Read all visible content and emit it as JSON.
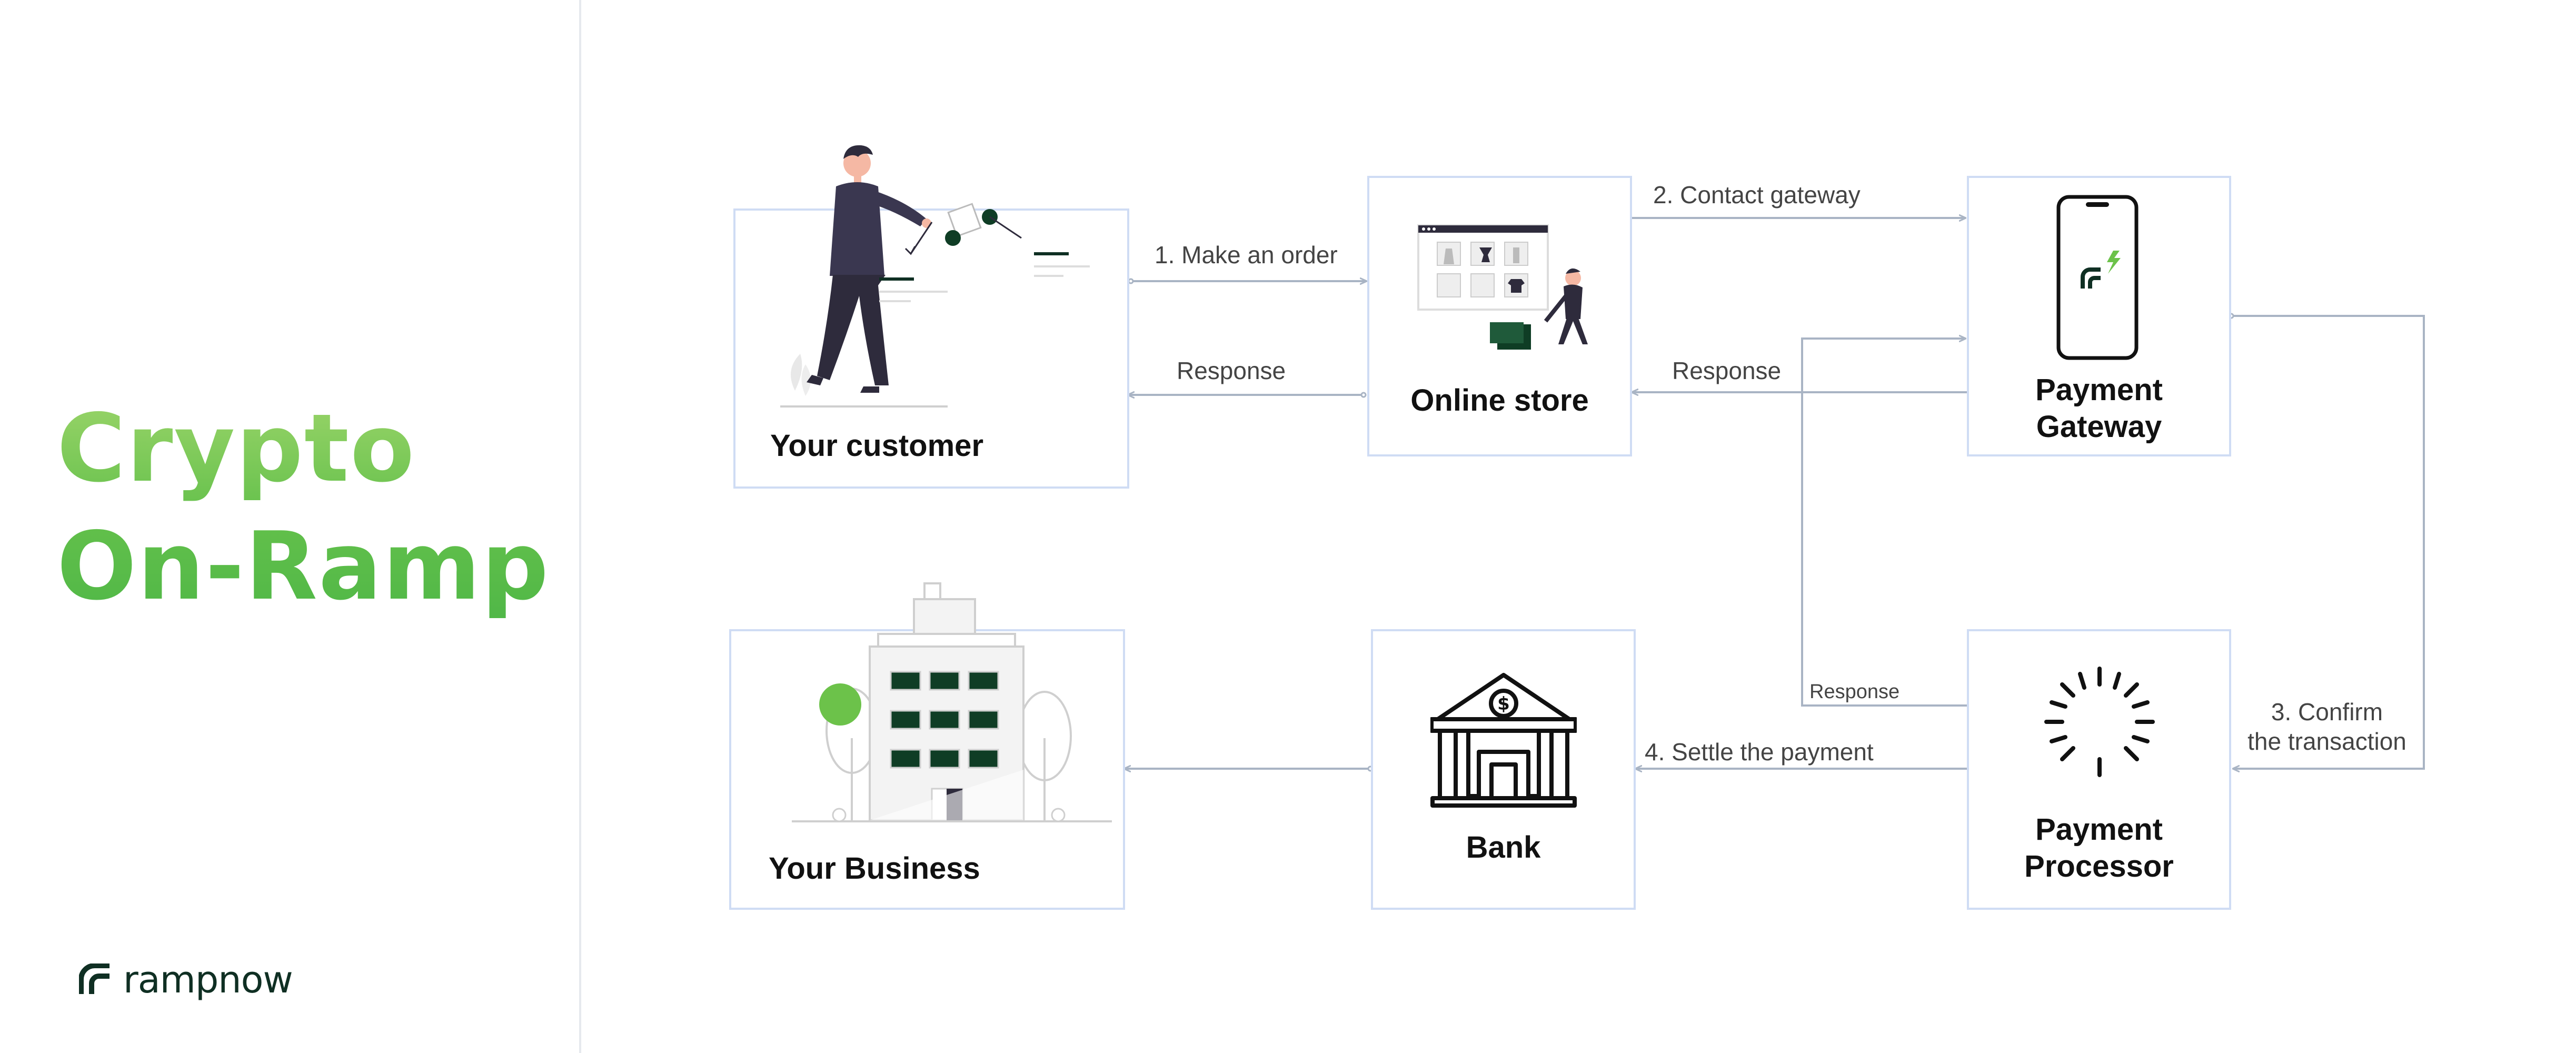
{
  "title": {
    "line1": "Crypto",
    "line2": "On-Ramp"
  },
  "brand": {
    "name": "rampnow",
    "icon": "rampnow-logo-icon"
  },
  "nodes": {
    "customer": {
      "label": "Your customer",
      "icon": "customer-illustration"
    },
    "store": {
      "label": "Online store",
      "icon": "online-store-illustration"
    },
    "gateway": {
      "line1": "Payment",
      "line2": "Gateway",
      "icon": "phone-icon"
    },
    "processor": {
      "line1": "Payment",
      "line2": "Processor",
      "icon": "spinner-icon"
    },
    "bank": {
      "label": "Bank",
      "icon": "bank-icon"
    },
    "business": {
      "label": "Your Business",
      "icon": "office-building-illustration"
    }
  },
  "edges": {
    "make_order": "1. Make an order",
    "response_customer": "Response",
    "contact_gateway": "2. Contact gateway",
    "response_store": "Response",
    "confirm_line1": "3. Confirm",
    "confirm_line2": "the transaction",
    "response_processor": "Response",
    "settle_payment": "4. Settle the payment"
  },
  "colors": {
    "title_green_light": "#9cd56a",
    "title_green_dark": "#4fb747",
    "box_border": "#cfdcf4",
    "connector": "#a9b4c4",
    "brand_dark": "#0f2f23",
    "accent_green": "#6cc24a"
  }
}
